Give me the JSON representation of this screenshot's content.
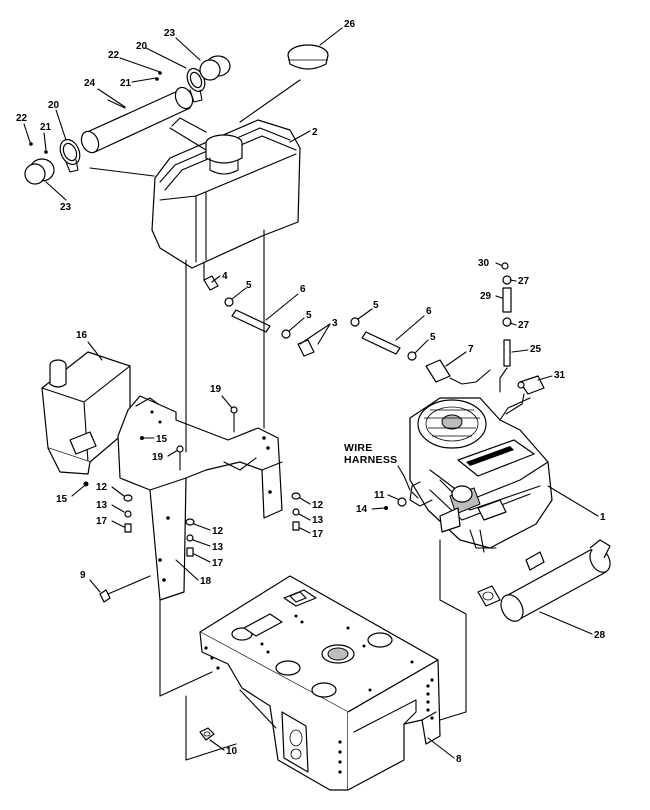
{
  "diagram": {
    "wire_harness": [
      "WIRE",
      "HARNESS"
    ],
    "callouts": {
      "c1": "1",
      "c2": "2",
      "c3": "3",
      "c4": "4",
      "c5a": "5",
      "c5b": "5",
      "c5c": "5",
      "c5d": "5",
      "c6a": "6",
      "c6b": "6",
      "c7": "7",
      "c8": "8",
      "c9": "9",
      "c10": "10",
      "c11": "11",
      "c12a": "12",
      "c12b": "12",
      "c12c": "12",
      "c13a": "13",
      "c13b": "13",
      "c13c": "13",
      "c14": "14",
      "c15a": "15",
      "c15b": "15",
      "c16": "16",
      "c17a": "17",
      "c17b": "17",
      "c17c": "17",
      "c18": "18",
      "c19a": "19",
      "c19b": "19",
      "c20a": "20",
      "c20b": "20",
      "c21a": "21",
      "c21b": "21",
      "c22a": "22",
      "c22b": "22",
      "c23a": "23",
      "c23b": "23",
      "c24": "24",
      "c25": "25",
      "c26": "26",
      "c27a": "27",
      "c27b": "27",
      "c28": "28",
      "c29": "29",
      "c30": "30",
      "c31": "31"
    }
  }
}
